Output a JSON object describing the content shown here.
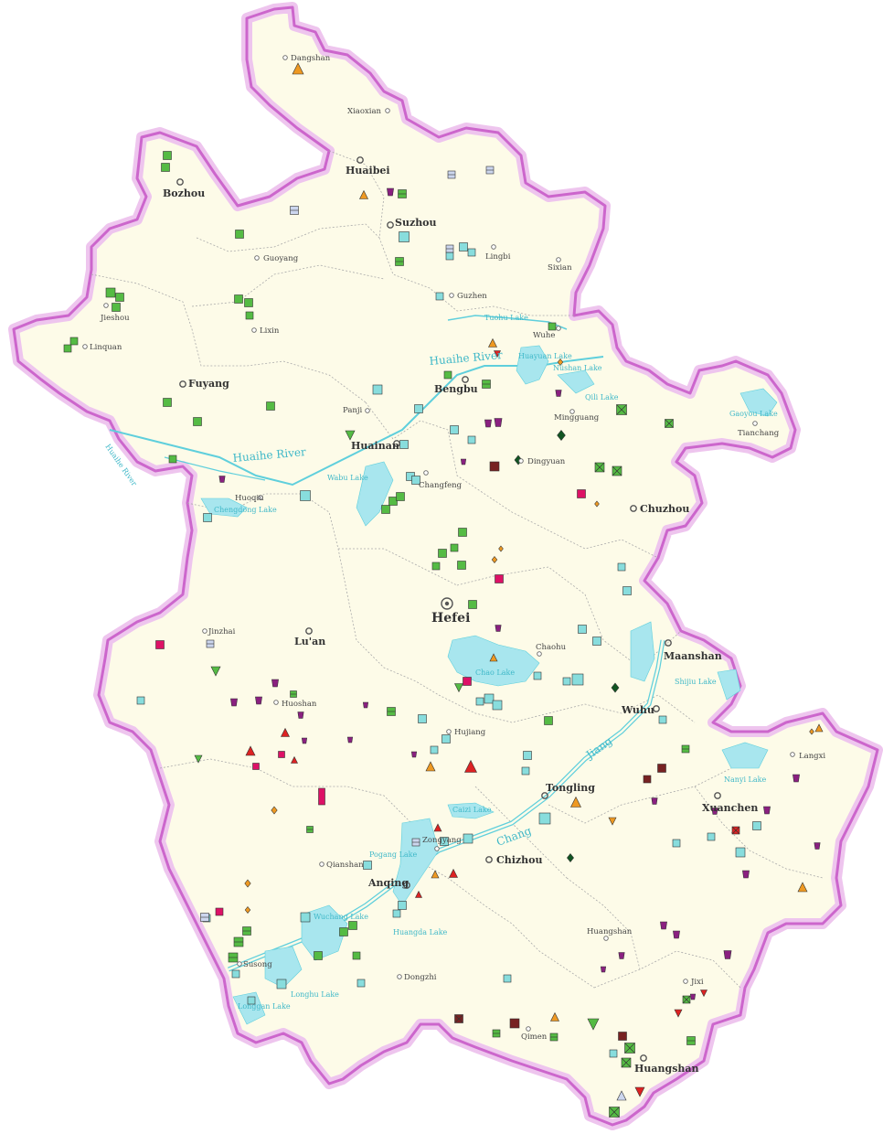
{
  "colors": {
    "land": "#fdfbe8",
    "border_outer": "#cc66cc",
    "border_glow": "#eec5ee",
    "water": "#a8e6ee",
    "river": "#5fcfdc",
    "inner_border": "#999999",
    "label": "#333333",
    "water_label": "#3fb8c8",
    "sym_green": "#55bb44",
    "sym_cyan": "#88dddd",
    "sym_purple": "#8a2080",
    "sym_red": "#dd2222",
    "sym_orange": "#ee9922",
    "sym_pink": "#dd1166",
    "sym_darkgreen": "#115522",
    "sym_blue": "#ccd6ee",
    "sym_brown": "#772222"
  },
  "labels": {
    "capital": "Hefei",
    "cities": [
      "Huaibei",
      "Bozhou",
      "Suzhou",
      "Fuyang",
      "Bengbu",
      "Huainan",
      "Chuzhou",
      "Lu'an",
      "Maanshan",
      "Wuhu",
      "Tongling",
      "Xuanchen",
      "Anqing",
      "Chizhou",
      "Huangshan"
    ],
    "counties": [
      "Dangshan",
      "Xiaoxian",
      "Guoyang",
      "Lingbi",
      "Sixian",
      "Jieshou",
      "Lixin",
      "Guzhen",
      "Linquan",
      "Wuhe",
      "Panji",
      "Mingguang",
      "Tianchang",
      "Dingyuan",
      "Huoqiu",
      "Changfeng",
      "Jinzhai",
      "Chaohu",
      "Huoshan",
      "Hujiang",
      "Langxi",
      "Zongyang",
      "Qianshan",
      "Susong",
      "Dongzhi",
      "Huangshan",
      "Jixi",
      "Qimen"
    ],
    "water": [
      "Huaihe River",
      "Huaihe River",
      "Huaihe River",
      "Tuohu Lake",
      "Gaoyou Lake",
      "Chao Lake",
      "Wabu Lake",
      "Chengdong Lake",
      "Shijiu Lake",
      "Nanyi Lake",
      "Caizi Lake",
      "Pogang Lake",
      "Wuchang Lake",
      "Huangda Lake",
      "Qili Lake",
      "Nüshan Lake",
      "Huayuan Lake",
      "Longgan Lake",
      "Longhu Lake",
      "Jiang",
      "Chang"
    ]
  }
}
